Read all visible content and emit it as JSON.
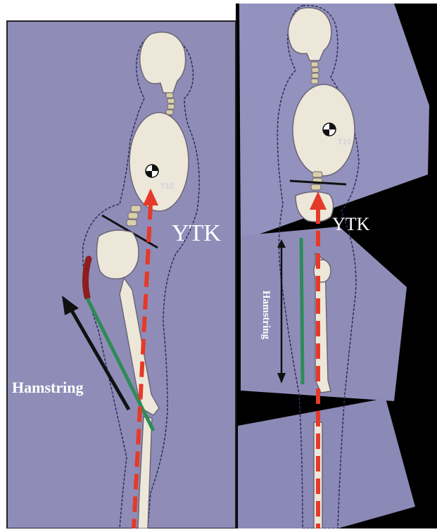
{
  "figure": {
    "left_panel": {
      "line_label": "YTK",
      "muscle_label": "Hamstring",
      "vertebra_tag": "T10"
    },
    "right_panel": {
      "line_label": "YTK",
      "muscle_label": "Hamstring",
      "vertebra_tag": "T10"
    },
    "colors": {
      "background": "#ffffff",
      "board": "#8f8db8",
      "board_dark": "#7f7cab",
      "black_mat": "#000000",
      "bone": "#ece7d9",
      "bone_outline": "#6b6675",
      "body_outline": "#2f2d58",
      "plumb_line": "#e53a2a",
      "hamstring_line": "#2e8b57",
      "muscle_arc": "#8e1e1e",
      "arrow": "#111111",
      "label_text": "#ffffff"
    },
    "icons": {
      "center_of_mass_marker": "center-of-mass-icon",
      "skull": "skull-icon",
      "pelvis": "pelvis-icon"
    }
  }
}
